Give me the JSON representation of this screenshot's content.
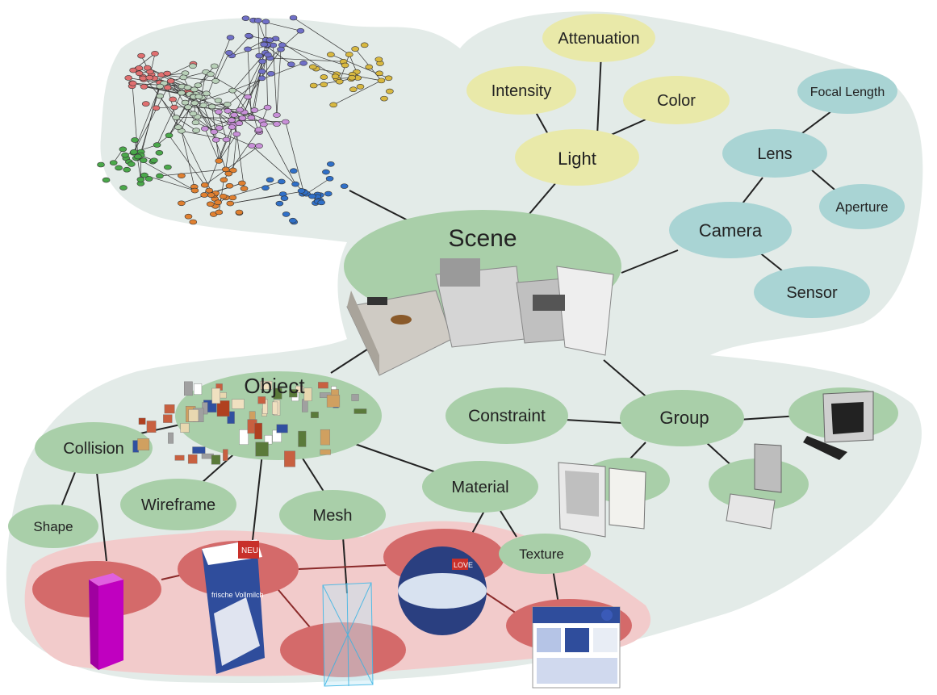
{
  "nodes": {
    "scene": "Scene",
    "light": "Light",
    "attenuation": "Attenuation",
    "intensity": "Intensity",
    "color": "Color",
    "camera": "Camera",
    "lens": "Lens",
    "focal_length": "Focal Length",
    "aperture": "Aperture",
    "sensor": "Sensor",
    "object": "Object",
    "collision": "Collision",
    "shape": "Shape",
    "wireframe": "Wireframe",
    "mesh": "Mesh",
    "material": "Material",
    "texture": "Texture",
    "group": "Group",
    "constraint": "Constraint"
  },
  "product_labels": {
    "carton_brand": "NEU",
    "carton_text": "frische Vollmilch",
    "sphere_label": "LOVE"
  },
  "colors": {
    "background_blob": "#e3ebe8",
    "green_node": "#a9cfa9",
    "yellow_node": "#e9e9a9",
    "teal_node": "#a9d4d4",
    "red_region": "#f2cbcb",
    "red_node": "#d46a6a",
    "graph_cluster_colors": [
      "#e07070",
      "#7070c8",
      "#d8b840",
      "#4aa84a",
      "#e08030",
      "#3070c8",
      "#c890d8",
      "#b8d0b8"
    ]
  }
}
